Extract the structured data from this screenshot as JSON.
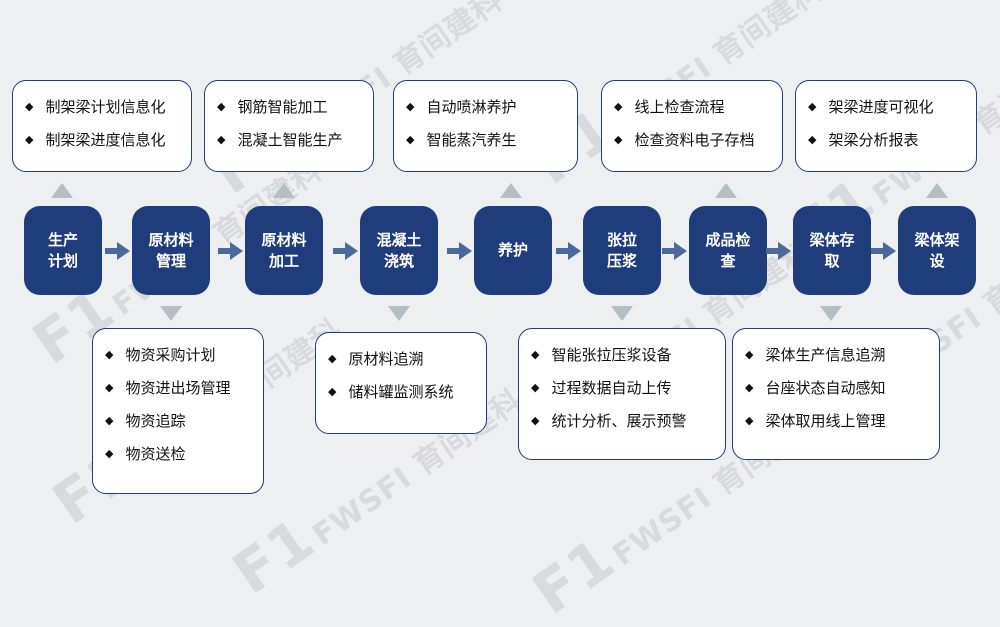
{
  "watermark": {
    "logo": "F1",
    "text": "FWSFI 育间建科"
  },
  "steps": [
    {
      "label": "生产\n计划"
    },
    {
      "label": "原材料\n管理"
    },
    {
      "label": "原材料\n加工"
    },
    {
      "label": "混凝土\n浇筑"
    },
    {
      "label": "养护"
    },
    {
      "label": "张拉\n压浆"
    },
    {
      "label": "成品检\n查"
    },
    {
      "label": "梁体存\n取"
    },
    {
      "label": "梁体架\n设"
    }
  ],
  "top_boxes": [
    {
      "items": [
        "制架梁计划信息化",
        "制架梁进度信息化"
      ]
    },
    {
      "items": [
        "钢筋智能加工",
        "混凝土智能生产"
      ]
    },
    {
      "items": [
        "自动喷淋养护",
        "智能蒸汽养生"
      ]
    },
    {
      "items": [
        "线上检查流程",
        "检查资料电子存档"
      ]
    },
    {
      "items": [
        "架梁进度可视化",
        "架梁分析报表"
      ]
    }
  ],
  "bottom_boxes": [
    {
      "items": [
        "物资采购计划",
        "物资进出场管理",
        "物资追踪",
        "物资送检"
      ]
    },
    {
      "items": [
        "原材料追溯",
        "储料罐监测系统"
      ]
    },
    {
      "items": [
        "智能张拉压浆设备",
        "过程数据自动上传",
        "统计分析、展示预警"
      ]
    },
    {
      "items": [
        "梁体生产信息追溯",
        "台座状态自动感知",
        "梁体取用线上管理"
      ]
    }
  ],
  "bullet_symbol": "◆",
  "colors": {
    "step_fill": "#1f3d7a",
    "box_border": "#1f3d7a",
    "connector": "#b8bcc3",
    "arrow": "#4a6a9c",
    "background": "#eeeff1"
  }
}
